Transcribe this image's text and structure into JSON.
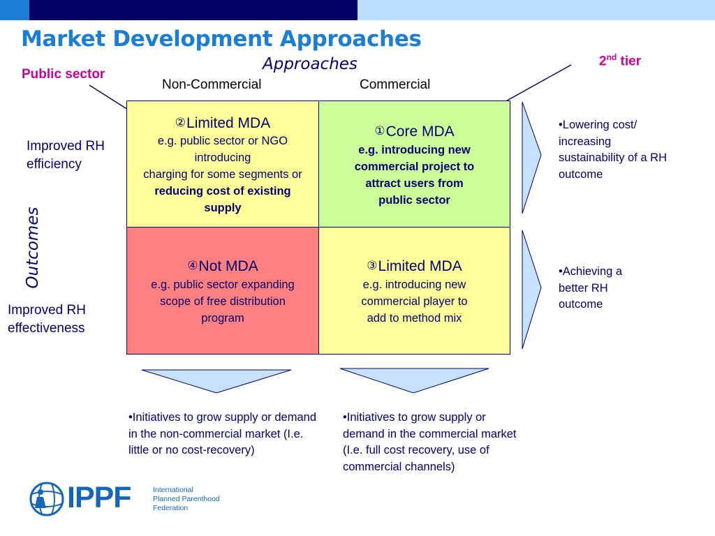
{
  "slide": {
    "title": "Market Development Approaches",
    "approaches_label": "Approaches",
    "columns": [
      "Non-Commercial",
      "Commercial"
    ],
    "outcomes_label": "Outcomes",
    "rows": [
      "Improved RH efficiency",
      "Improved RH effectiveness"
    ],
    "callout_public_sector": "Public sector",
    "callout_tier_base": "2",
    "callout_tier_sup": "nd",
    "callout_tier_rest": " tier"
  },
  "cells": {
    "top_left": {
      "number": "②",
      "heading": "Limited MDA",
      "line1": "e.g. public sector or NGO",
      "line2": "introducing",
      "line3": "charging for some segments or",
      "line4_bold": "reducing cost of existing",
      "line5_bold": "supply",
      "color": "#ffff99"
    },
    "top_right": {
      "number": "①",
      "heading": "Core MDA",
      "line1_bold": "e.g. introducing new",
      "line2_bold": "commercial project to",
      "line3_bold": "attract users from",
      "line4_bold": "public sector",
      "color": "#ccff99"
    },
    "bottom_left": {
      "number": "④",
      "heading": "Not MDA",
      "line1": "e.g. public sector expanding",
      "line2": "scope of free distribution",
      "line3": "program",
      "color": "#ff8080"
    },
    "bottom_right": {
      "number": "③",
      "heading": "Limited MDA",
      "line1": "e.g. introducing new",
      "line2": "commercial player to",
      "line3": "add to method mix",
      "color": "#ffff99"
    }
  },
  "side_notes": {
    "top": "•Lowering cost/ increasing sustainability of a RH outcome",
    "bottom": "•Achieving a better RH outcome"
  },
  "bottom_notes": {
    "left": "•Initiatives to grow supply or demand in the non-commercial market (I.e. little or no cost-recovery)",
    "right": "•Initiatives to grow supply or demand in the commercial market (I.e. full cost recovery, use of commercial channels)"
  },
  "logo": {
    "acronym": "IPPF",
    "line1": "International",
    "line2": "Planned Parenthood",
    "line3": "Federation"
  },
  "colors": {
    "header_dark": "#000066",
    "header_light": "#bbddff",
    "header_accent": "#1a7fd4",
    "title_blue": "#1a7fd4",
    "arrow_fill": "#c6e2ff",
    "magenta": "#c8009c"
  },
  "icons": {
    "logo_mark": "globe-with-figure-icon"
  }
}
